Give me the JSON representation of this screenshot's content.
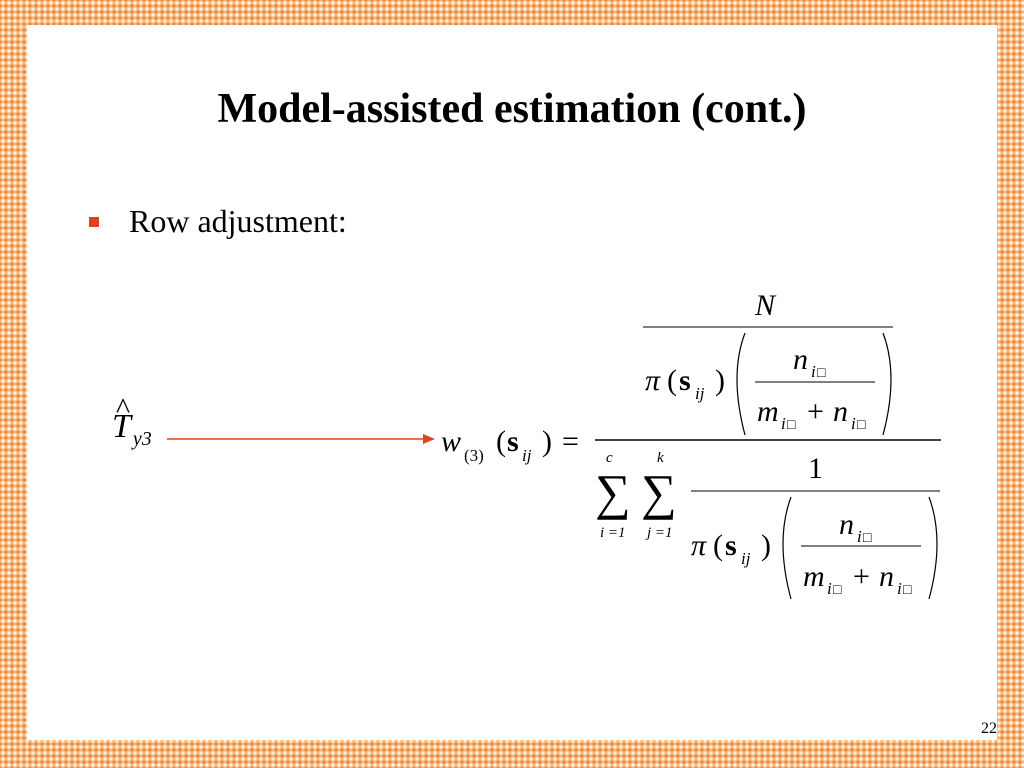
{
  "slide": {
    "title": "Model-assisted estimation (cont.)",
    "bullet": "Row adjustment:",
    "page_number": "22",
    "accent_color": "#e2421b"
  },
  "estimator": {
    "symbol": "T",
    "hat": "^",
    "subscript": "y3"
  },
  "formula": {
    "lhs_symbol": "w",
    "lhs_index": "(3)",
    "lhs_open": "(",
    "lhs_arg": "s",
    "lhs_arg_sub": "ij",
    "lhs_close": ")",
    "equals": "=",
    "numerator_top": "N",
    "pi": "π",
    "open": "(",
    "close": ")",
    "s": "s",
    "ij": "ij",
    "n": "n",
    "m": "m",
    "plus": "+",
    "i_sub": "i",
    "dot_glyph": "□",
    "sum_symbol": "∑",
    "sum1_upper": "c",
    "sum1_lower": "i =1",
    "sum2_upper": "k",
    "sum2_lower": "j =1",
    "one": "1"
  }
}
